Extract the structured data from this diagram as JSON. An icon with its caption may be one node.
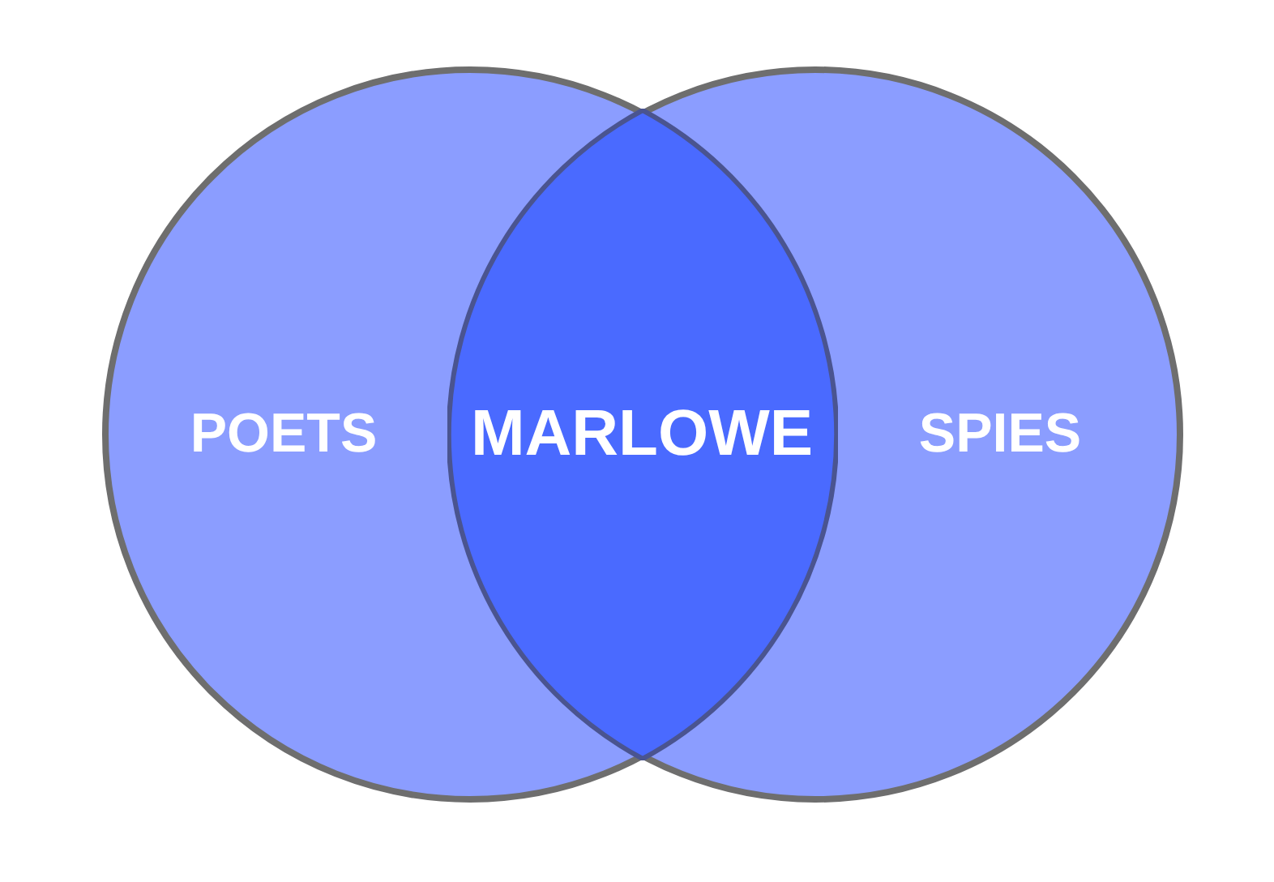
{
  "diagram": {
    "nodes": [
      {
        "text": [
          "POETS"
        ]
      },
      {
        "text": [
          "SPIES"
        ]
      },
      {
        "text": [
          "MARLOWE"
        ]
      }
    ],
    "edges": []
  }
}
